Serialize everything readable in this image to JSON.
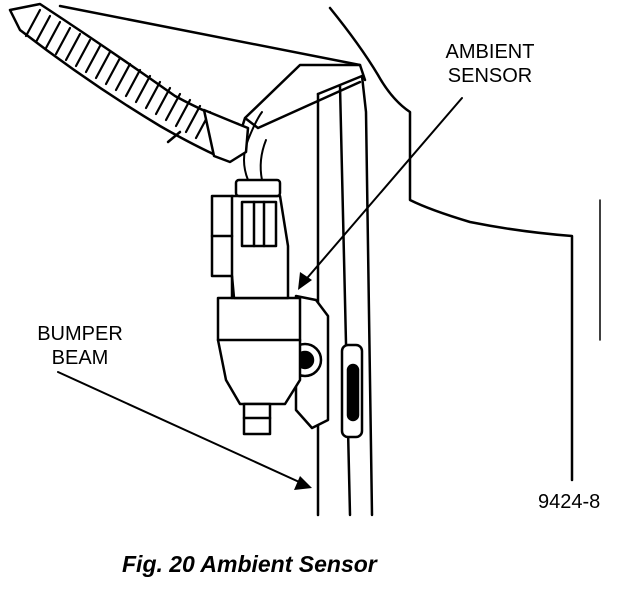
{
  "labels": {
    "ambient_sensor_line1": "AMBIENT",
    "ambient_sensor_line2": "SENSOR",
    "bumper_beam_line1": "BUMPER",
    "bumper_beam_line2": "BEAM",
    "figure_code": "9424-8"
  },
  "caption": "Fig. 20 Ambient Sensor",
  "colors": {
    "ink": "#000000",
    "paper": "#ffffff"
  }
}
